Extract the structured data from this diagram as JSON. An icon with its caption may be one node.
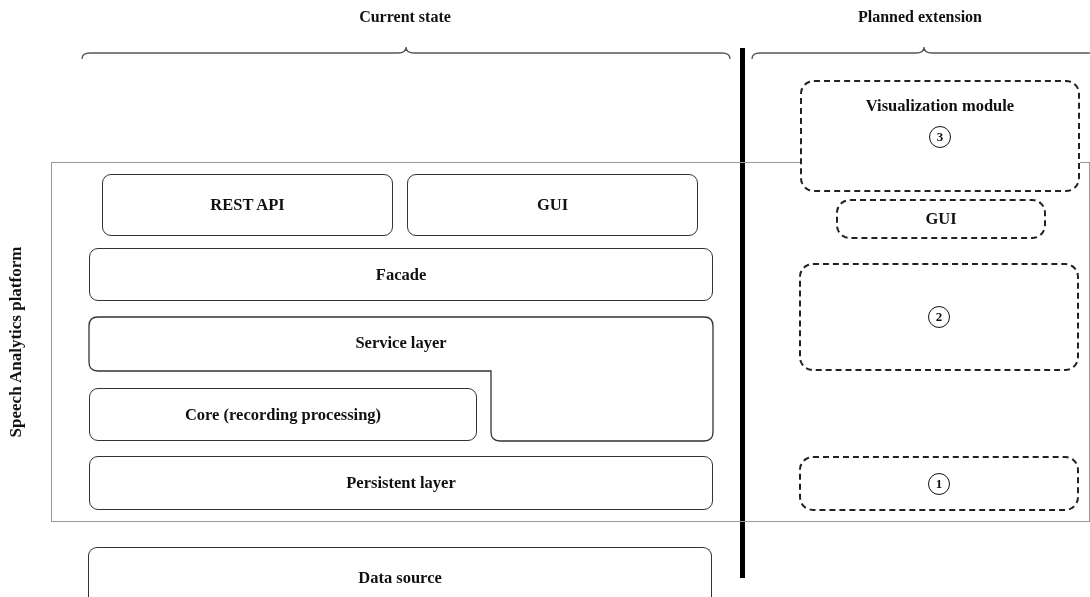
{
  "diagram": {
    "nodes": [
      {
        "text": [
          "Speech Analytics platform"
        ]
      },
      {
        "text": [
          "REST API"
        ],
        "in": 0
      },
      {
        "text": [
          "GUI"
        ],
        "in": 0
      },
      {
        "text": [
          "Facade"
        ],
        "in": 0
      },
      {
        "text": [
          "Service layer"
        ],
        "in": 0
      },
      {
        "text": [
          "Core (recording processing)"
        ],
        "in": 0
      },
      {
        "text": [
          "Persistent layer"
        ],
        "in": 0
      },
      {
        "text": [
          "Visualization module",
          "3"
        ]
      },
      {
        "text": [
          "GUI"
        ],
        "in": 0
      },
      {
        "text": [
          "2"
        ],
        "in": 0
      },
      {
        "text": [
          "1"
        ],
        "in": 0
      },
      {
        "text": [
          "Data source"
        ]
      }
    ],
    "labels": [
      "Current state",
      "Planned extension"
    ]
  }
}
